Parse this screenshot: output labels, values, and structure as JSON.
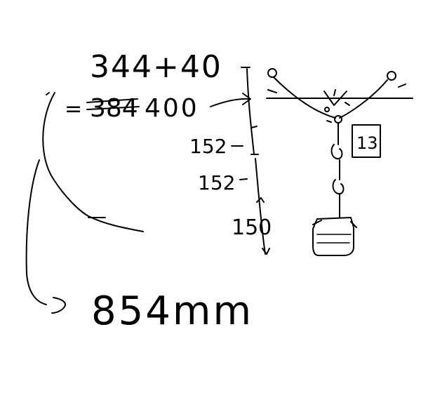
{
  "sum_expression": "344+40",
  "equals_sign": "=",
  "crossed_out": "384",
  "sum_result": "400",
  "segments": [
    "152",
    "152",
    "150"
  ],
  "result": "854mm",
  "label_box": "13"
}
